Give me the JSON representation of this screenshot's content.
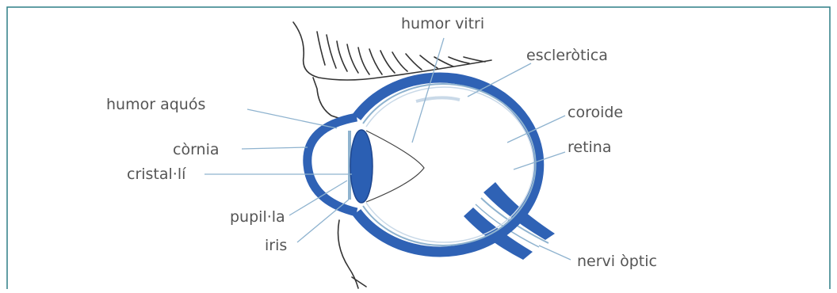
{
  "labels": {
    "vitreous_humor": "humor vitri",
    "sclera": "escleròtica",
    "aqueous_humor": "humor aquós",
    "choroid": "coroide",
    "cornea": "còrnia",
    "retina": "retina",
    "lens": "cristal·lí",
    "pupil": "pupil·la",
    "iris": "iris",
    "optic_nerve": "nervi òptic"
  },
  "colors": {
    "eye_wall": "#2f62b5",
    "lens": "#2b5fb3",
    "frame": "#2f7f86",
    "leader_line": "#8fb3cf",
    "text": "#555555",
    "sketch": "#333333"
  }
}
